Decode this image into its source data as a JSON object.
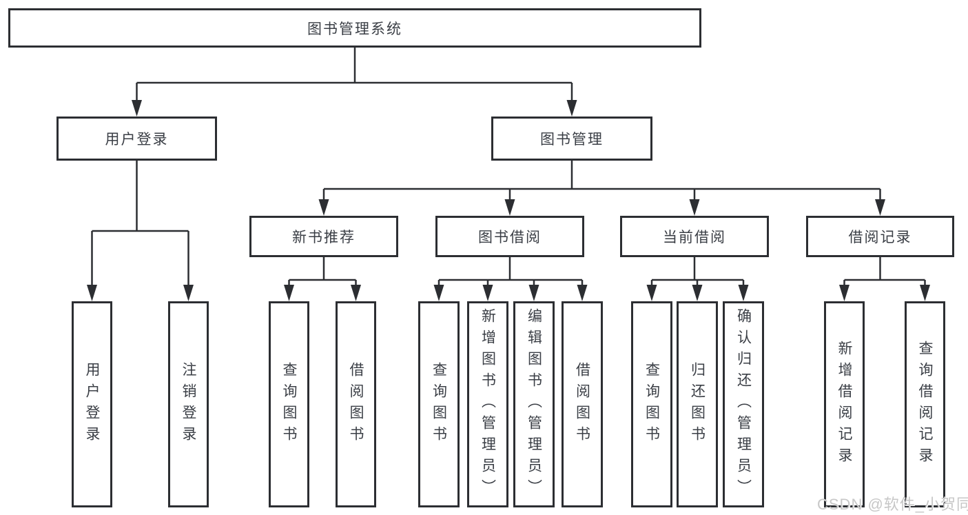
{
  "diagram": {
    "title": "图书管理系统",
    "tree": {
      "label": "图书管理系统",
      "children": [
        {
          "label": "用户登录",
          "children": [
            {
              "label": "用户登录"
            },
            {
              "label": "注销登录"
            }
          ]
        },
        {
          "label": "图书管理",
          "children": [
            {
              "label": "新书推荐",
              "children": [
                {
                  "label": "查询图书"
                },
                {
                  "label": "借阅图书"
                }
              ]
            },
            {
              "label": "图书借阅",
              "children": [
                {
                  "label": "查询图书"
                },
                {
                  "label": "新增图书（管理员）"
                },
                {
                  "label": "编辑图书（管理员）"
                },
                {
                  "label": "借阅图书"
                }
              ]
            },
            {
              "label": "当前借阅",
              "children": [
                {
                  "label": "查询图书"
                },
                {
                  "label": "归还图书"
                },
                {
                  "label": "确认归还（管理员）"
                }
              ]
            },
            {
              "label": "借阅记录",
              "children": [
                {
                  "label": "新增借阅记录"
                },
                {
                  "label": "查询借阅记录"
                }
              ]
            }
          ]
        }
      ]
    }
  },
  "watermark": "CSDN @软件_小贺同学",
  "colors": {
    "line": "#2c2e32",
    "text": "#3a3e45",
    "watermark": "#c7c7c7",
    "background": "#ffffff"
  }
}
